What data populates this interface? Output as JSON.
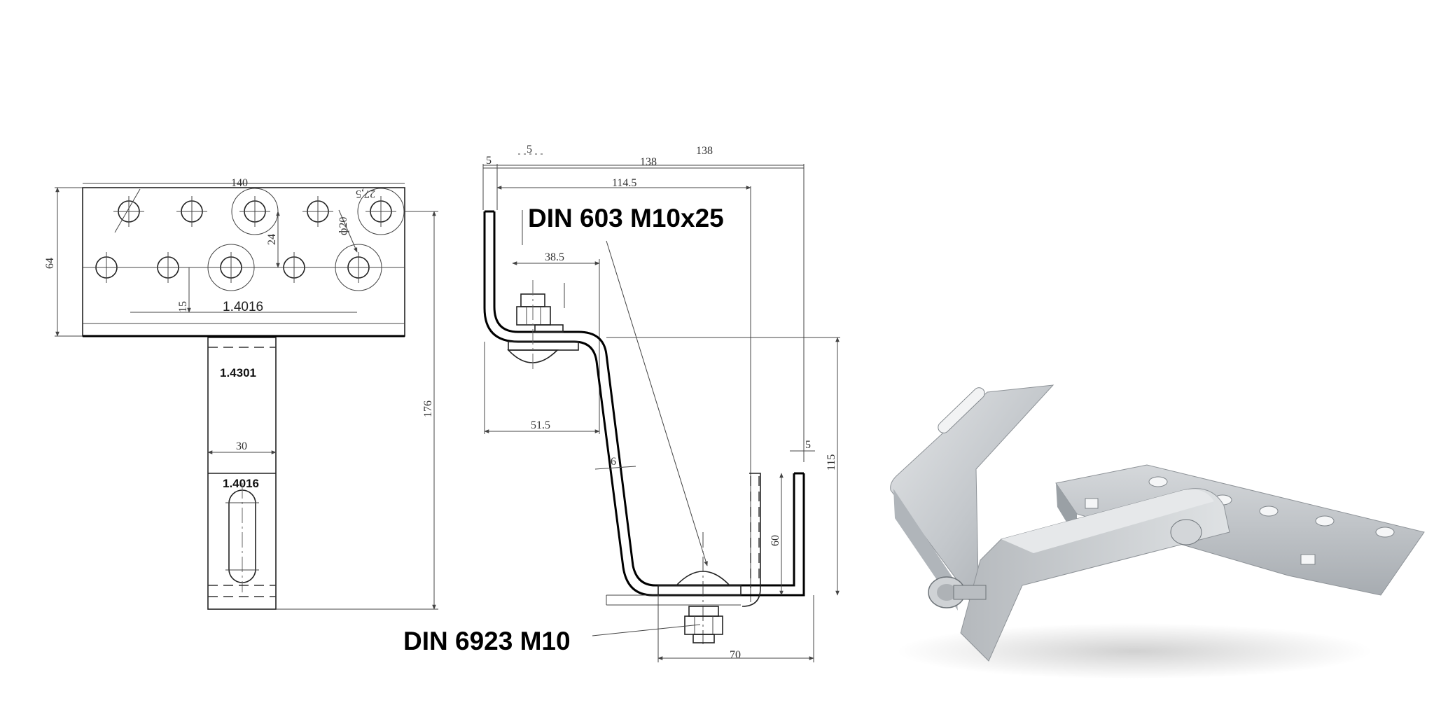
{
  "front_view": {
    "dim_width": "140",
    "dim_height": "64",
    "dim_hole_spacing": "27,5",
    "dim_hole_diameter": "ф20",
    "dim_row_gap": "24",
    "dim_edge_offset": "15",
    "plate_material": "1.4016",
    "arm_material": "1.4301",
    "dim_arm_width": "30",
    "hook_material": "1.4016",
    "dim_total_height": "176"
  },
  "side_view": {
    "dim_top_a": "5",
    "dim_top_b": "138",
    "dim_top_c": "138",
    "dim_top_d": "5",
    "dim_inner": "114.5",
    "dim_offset": "38.5",
    "dim_lower": "51.5",
    "dim_thickness": "6",
    "dim_right_flange": "5",
    "dim_right_height": "115",
    "dim_lip_height": "60",
    "dim_base_width": "70",
    "label_bolt": "DIN 603 M10x25",
    "label_nut": "DIN 6923 M10"
  },
  "photo": {
    "colors": {
      "metal_light": "#d8dbde",
      "metal_mid": "#b9bdc1",
      "metal_dark": "#8e9398",
      "bolt": "#c9ccd0"
    },
    "icons": [
      "stainless-roof-hook-photo"
    ]
  }
}
